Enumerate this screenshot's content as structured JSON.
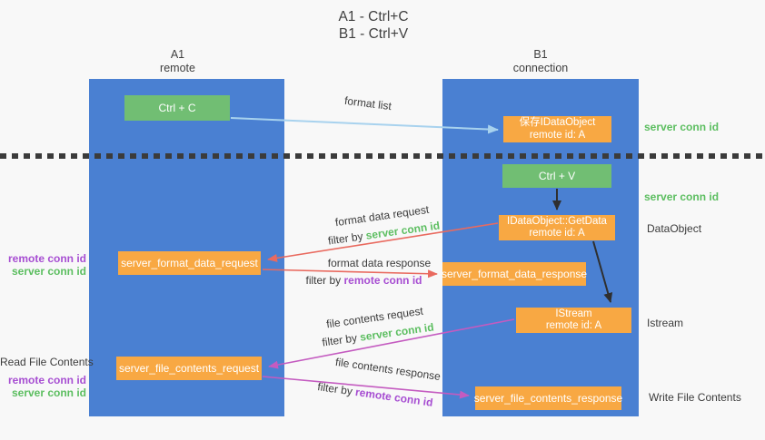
{
  "title": {
    "line1": "A1 - Ctrl+C",
    "line2": "B1 - Ctrl+V"
  },
  "columns": {
    "left": {
      "name": "A1",
      "role": "remote"
    },
    "right": {
      "name": "B1",
      "role": "connection"
    }
  },
  "boxes": {
    "ctrl_c": "Ctrl + C",
    "ctrl_v": "Ctrl + V",
    "save_dataobject_line1": "保存IDataObject",
    "save_dataobject_line2": "remote id: A",
    "getdata_line1": "IDataObject::GetData",
    "getdata_line2": "remote id: A",
    "istream_line1": "IStream",
    "istream_line2": "remote id: A",
    "server_format_data_request": "server_format_data_request",
    "server_format_data_response": "server_format_data_response",
    "server_file_contents_request": "server_file_contents_request",
    "server_file_contents_response": "server_file_contents_response"
  },
  "labels": {
    "format_list": "format list",
    "format_data_request": "format data request",
    "format_data_response": "format data response",
    "file_contents_request": "file contents request",
    "file_contents_response": "file contents response",
    "filter_by": "filter by ",
    "server_conn_id": "server conn id",
    "remote_conn_id": "remote conn id",
    "dataobject": "DataObject",
    "istream": "Istream",
    "read_file_contents": "Read File Contents",
    "write_file_contents": "Write File Contents"
  },
  "colors": {
    "column_blue": "#4A80D2",
    "box_green": "#71BE73",
    "box_orange": "#F8A843",
    "text_green": "#5CBE60",
    "text_purple": "#A74ED2",
    "arrow_light_blue": "#A8D2EE",
    "arrow_red": "#E96A5F",
    "arrow_magenta": "#C45BC0",
    "arrow_black": "#2F2F2F",
    "background": "#F8F8F8"
  }
}
